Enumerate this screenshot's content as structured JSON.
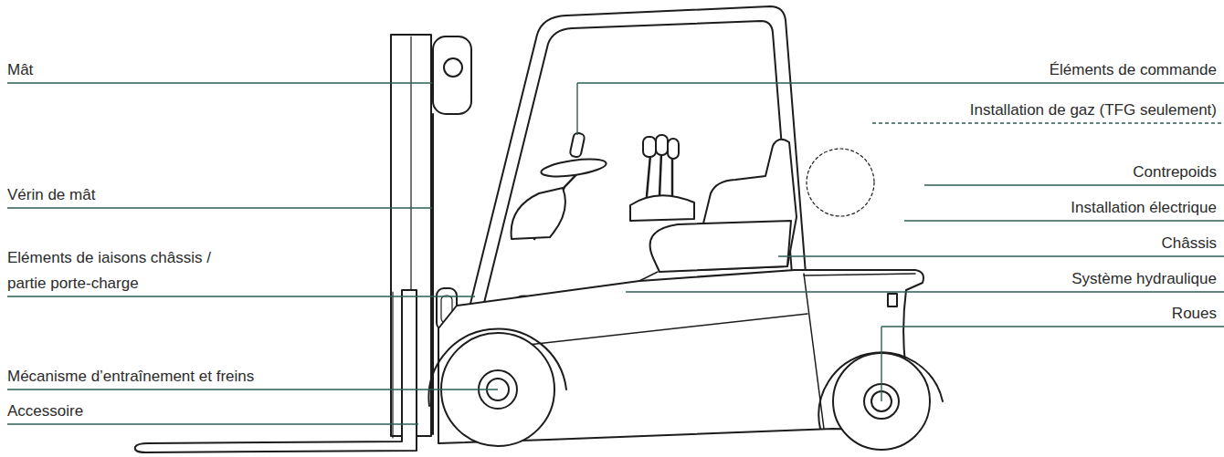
{
  "diagram": {
    "labels": [
      "Mât",
      "Vérin de mât",
      "Eléments de iaisons châssis / partie porte-charge",
      "Mécanisme d’entraînement et freins",
      "Accessoire",
      "Éléments de commande",
      "Installation de gaz (TFG seulement)",
      "Contrepoids",
      "Installation électrique",
      "Châssis",
      "Système hydraulique",
      "Roues"
    ]
  }
}
